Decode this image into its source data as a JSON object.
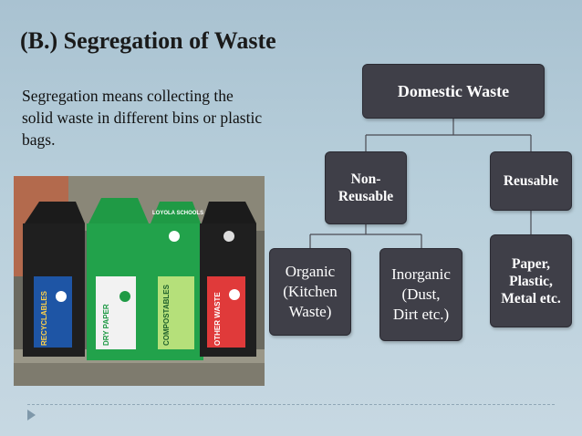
{
  "slide": {
    "title": "(B.) Segregation of Waste",
    "description": "Segregation means collecting the solid waste in different bins or plastic bags."
  },
  "photo": {
    "bins": [
      {
        "label": "RECYCLABLES",
        "color": "#1e55a5"
      },
      {
        "label": "DRY PAPER",
        "color": "#1f9a45"
      },
      {
        "label": "COMPOSTABLES",
        "color": "#1f9a45",
        "lid_text": "LOYOLA SCHOOLS"
      },
      {
        "label": "OTHER WASTE",
        "color": "#1a1a1a"
      }
    ]
  },
  "tree": {
    "root": "Domestic Waste",
    "non_reusable": "Non-\nReusable",
    "reusable": "Reusable",
    "organic": "Organic\n(Kitchen\nWaste)",
    "inorganic": "Inorganic\n(Dust,\nDirt etc.)",
    "reusable_items": "Paper,\nPlastic,\nMetal etc."
  },
  "colors": {
    "node_fill": "#3f3f48",
    "connector": "#4a4a52",
    "background": "#b8cfdb"
  }
}
